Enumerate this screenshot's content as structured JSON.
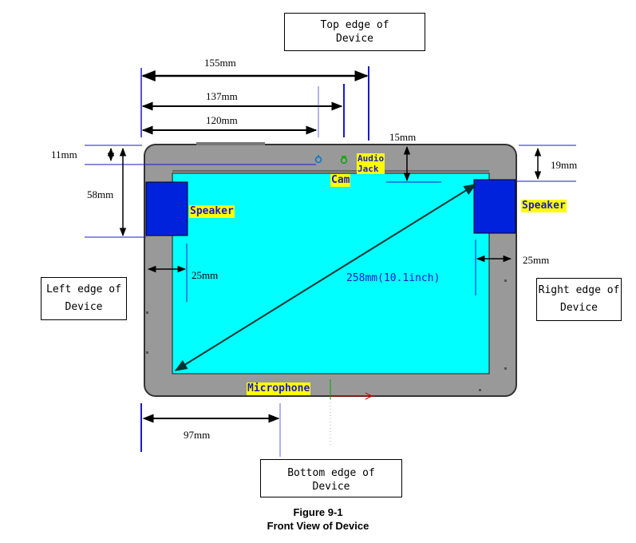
{
  "labels": {
    "top_edge_line1": "Top edge of",
    "top_edge_line2": "Device",
    "left_edge_line1": "Left edge of",
    "left_edge_line2": "Device",
    "right_edge_line1": "Right edge of",
    "right_edge_line2": "Device",
    "bottom_edge_line1": "Bottom edge of",
    "bottom_edge_line2": "Device"
  },
  "dimensions": {
    "d155": "155mm",
    "d137": "137mm",
    "d120": "120mm",
    "d15": "15mm",
    "d11": "11mm",
    "d19": "19mm",
    "d58": "58mm",
    "d25_left": "25mm",
    "d25_right": "25mm",
    "d97": "97mm",
    "diagonal": "258mm(10.1inch)"
  },
  "components": {
    "speaker_left": "Speaker",
    "speaker_right": "Speaker",
    "cam": "Cam",
    "audio_line1": "Audio",
    "audio_line2": "Jack",
    "microphone": "Microphone"
  },
  "caption": {
    "line1": "Figure 9-1",
    "line2": "Front View of Device"
  },
  "colors": {
    "bezel": "#999999",
    "screen": "#00ffff",
    "speaker": "#0022dd",
    "tag_bg": "#ffff00",
    "tag_text": "#1a1acc"
  }
}
